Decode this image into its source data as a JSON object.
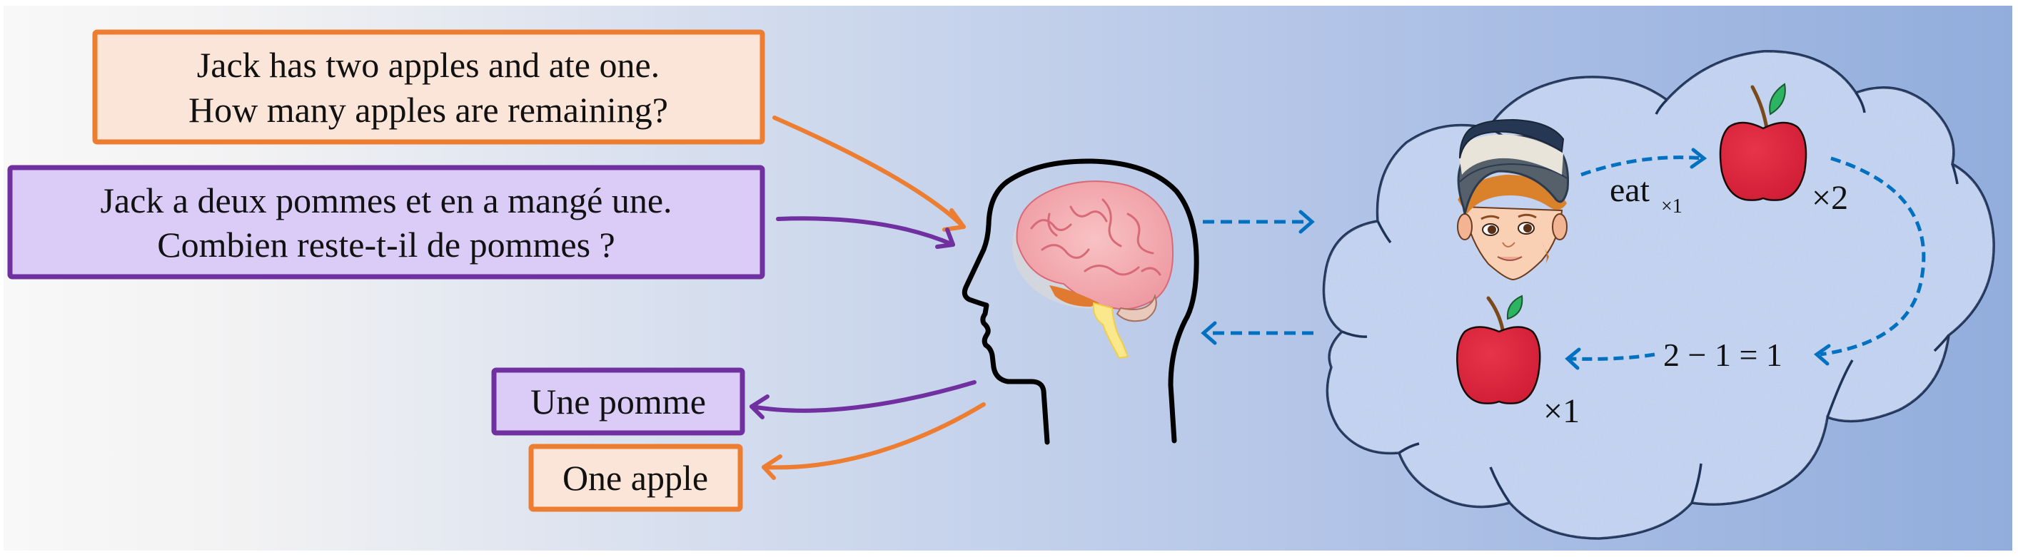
{
  "question_en": {
    "line1": "Jack has two apples and ate one.",
    "line2": "How many apples are remaining?"
  },
  "question_fr": {
    "line1": "Jack a deux pommes et en a mangé une.",
    "line2": "Combien reste-t-il de pommes ?"
  },
  "answer_fr": "Une pomme",
  "answer_en": "One apple",
  "thought": {
    "action_label": "eat",
    "action_sub": "×1",
    "start_count": "×2",
    "equation": "2 − 1 = 1",
    "end_count": "×1"
  },
  "colors": {
    "english_border": "#ED7D31",
    "english_fill": "#FBE5D8",
    "french_border": "#7030A0",
    "french_fill": "#DACCF7",
    "dashed_arrow": "#0070C0",
    "bg_left": "#F8F8F8",
    "bg_right": "#92ADDC",
    "cloud_fill": "#BFD0EE",
    "cloud_stroke": "#1F3358"
  },
  "icons": {
    "head": "head-silhouette-icon",
    "brain": "brain-icon",
    "boy": "boy-face-icon",
    "apple": "apple-icon",
    "cloud": "thought-cloud-icon"
  }
}
